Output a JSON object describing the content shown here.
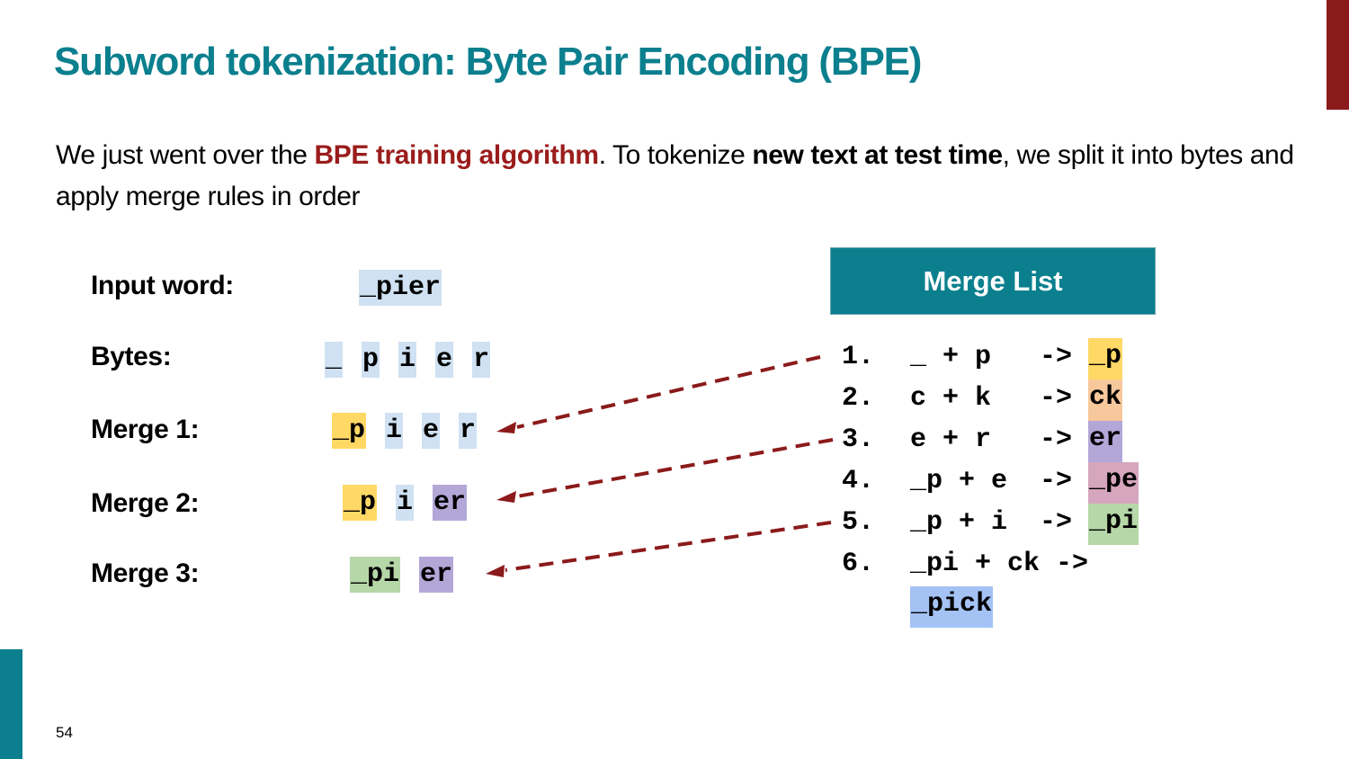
{
  "slide": {
    "title": "Subword tokenization: Byte Pair Encoding (BPE)",
    "page_number": "54",
    "colors": {
      "title_teal": "#0b7f8e",
      "accent_red": "#8b1a1a",
      "highlight_red": "#9b1c1c"
    }
  },
  "intro": {
    "part1": "We just went over the ",
    "highlight": "BPE training algorithm",
    "part2": ". To tokenize ",
    "bold": "new text at test time",
    "part3": ", we split it into bytes and apply merge rules in order"
  },
  "rows": {
    "input": {
      "label": "Input word:",
      "tokens": [
        "_pier"
      ]
    },
    "bytes": {
      "label": "Bytes:",
      "tokens": [
        "_",
        "p",
        "i",
        "e",
        "r"
      ]
    },
    "merge1": {
      "label": "Merge 1:",
      "tokens": [
        "_p",
        "i",
        "e",
        "r"
      ]
    },
    "merge2": {
      "label": "Merge 2:",
      "tokens": [
        "_p",
        "i",
        "er"
      ]
    },
    "merge3": {
      "label": "Merge 3:",
      "tokens": [
        "_pi",
        "er"
      ]
    }
  },
  "merge_list": {
    "header": "Merge List",
    "items": [
      {
        "num": "1.",
        "rule": "_ + p   -> ",
        "result": "_p"
      },
      {
        "num": "2.",
        "rule": "c + k   -> ",
        "result": "ck"
      },
      {
        "num": "3.",
        "rule": "e + r   -> ",
        "result": "er"
      },
      {
        "num": "4.",
        "rule": "_p + e  -> ",
        "result": "_pe"
      },
      {
        "num": "5.",
        "rule": "_p + i  -> ",
        "result": "_pi"
      },
      {
        "num": "6.",
        "rule": "_pi + ck -> ",
        "result": "_pick"
      }
    ]
  }
}
